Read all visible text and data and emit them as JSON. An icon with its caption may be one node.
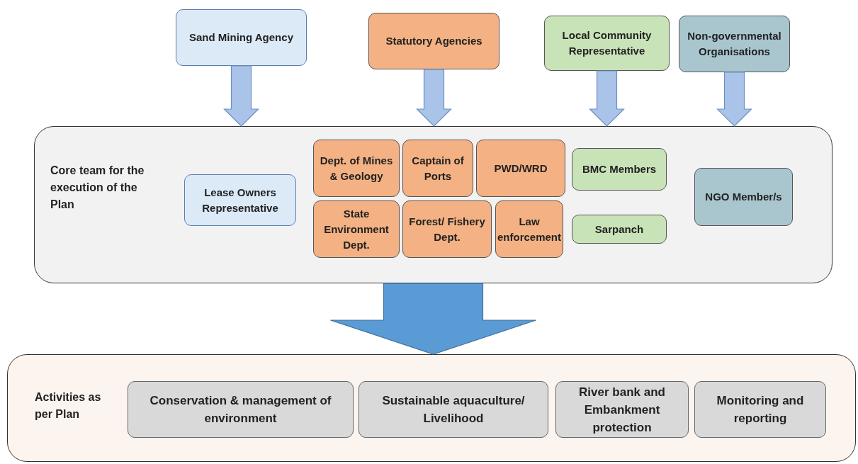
{
  "diagram": {
    "nodes": [
      {
        "text": [
          "Sand Mining Agency"
        ]
      },
      {
        "text": [
          "Statutory Agencies"
        ]
      },
      {
        "text": [
          "Local Community Representative"
        ]
      },
      {
        "text": [
          "Non-governmental Organisations"
        ]
      },
      {
        "text": [
          "Core team for the execution of the Plan"
        ]
      },
      {
        "text": [
          "Lease Owners Representative"
        ],
        "in": 4
      },
      {
        "text": [
          "Dept. of Mines & Geology"
        ],
        "in": 4
      },
      {
        "text": [
          "Captain of Ports"
        ],
        "in": 4
      },
      {
        "text": [
          "PWD/WRD"
        ],
        "in": 4
      },
      {
        "text": [
          "State Environment Dept."
        ],
        "in": 4
      },
      {
        "text": [
          "Forest/ Fishery Dept."
        ],
        "in": 4
      },
      {
        "text": [
          "Law enforcement"
        ],
        "in": 4
      },
      {
        "text": [
          "BMC Members"
        ],
        "in": 4
      },
      {
        "text": [
          "Sarpanch"
        ],
        "in": 4
      },
      {
        "text": [
          "NGO Member/s"
        ],
        "in": 4
      },
      {
        "text": [
          "Activities as per Plan"
        ]
      },
      {
        "text": [
          "Conservation & management of environment"
        ],
        "in": 15
      },
      {
        "text": [
          "Sustainable aquaculture/ Livelihood"
        ],
        "in": 15
      },
      {
        "text": [
          "River bank and Embankment protection"
        ],
        "in": 15
      },
      {
        "text": [
          "Monitoring and reporting"
        ],
        "in": 15
      }
    ],
    "edges": [
      {
        "from": 0,
        "to": 4,
        "arrow": "to"
      },
      {
        "from": 1,
        "to": 4,
        "arrow": "to"
      },
      {
        "from": 2,
        "to": 4,
        "arrow": "to"
      },
      {
        "from": 3,
        "to": 4,
        "arrow": "to"
      },
      {
        "from": 4,
        "to": 15,
        "arrow": "to",
        "style": "thick",
        "color": "#5b9bd5"
      }
    ]
  }
}
